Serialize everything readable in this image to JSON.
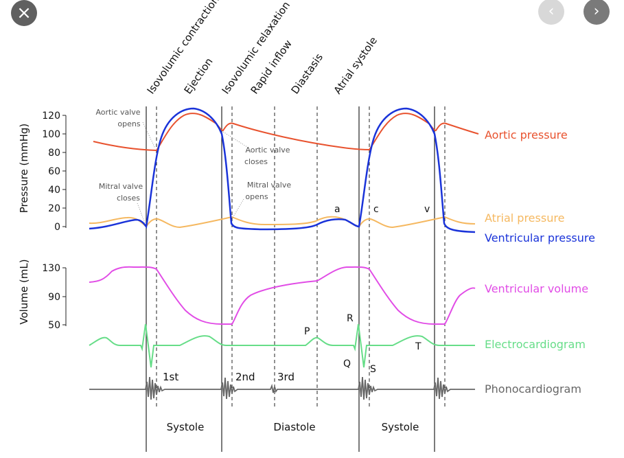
{
  "nav": {
    "close_icon": "×",
    "prev_icon": "‹",
    "next_icon": "›"
  },
  "phases": [
    "Isovolumic contraction",
    "Ejection",
    "Isovolumic relaxation",
    "Rapid inflow",
    "Diastasis",
    "Atrial systole"
  ],
  "pressure_axis": {
    "title": "Pressure (mmHg)",
    "ticks": [
      "120",
      "100",
      "80",
      "60",
      "40",
      "20",
      "0"
    ]
  },
  "volume_axis": {
    "title": "Volume (mL)",
    "ticks": [
      "130",
      "90",
      "50"
    ]
  },
  "annotations": {
    "aortic_opens": [
      "Aortic valve",
      "opens"
    ],
    "aortic_closes": [
      "Aortic valve",
      "closes"
    ],
    "mitral_closes": [
      "Mitral valve",
      "closes"
    ],
    "mitral_opens": [
      "Mitral valve",
      "opens"
    ]
  },
  "wave_letters": {
    "a": "a",
    "c": "c",
    "v": "v",
    "P": "P",
    "Q": "Q",
    "R": "R",
    "S": "S",
    "T": "T"
  },
  "heart_sounds": [
    "1st",
    "2nd",
    "3rd"
  ],
  "cycle_labels": [
    "Systole",
    "Diastole",
    "Systole"
  ],
  "series": {
    "aortic_pressure": {
      "label": "Aortic pressure",
      "color": "#e8522e"
    },
    "atrial_pressure": {
      "label": "Atrial pressure",
      "color": "#f5b860"
    },
    "ventricular_pressure": {
      "label": "Ventricular pressure",
      "color": "#1a33d9"
    },
    "ventricular_volume": {
      "label": "Ventricular volume",
      "color": "#e14ce6"
    },
    "electrocardiogram": {
      "label": "Electrocardiogram",
      "color": "#66dd88"
    },
    "phonocardiogram": {
      "label": "Phonocardiogram",
      "color": "#666666"
    }
  }
}
